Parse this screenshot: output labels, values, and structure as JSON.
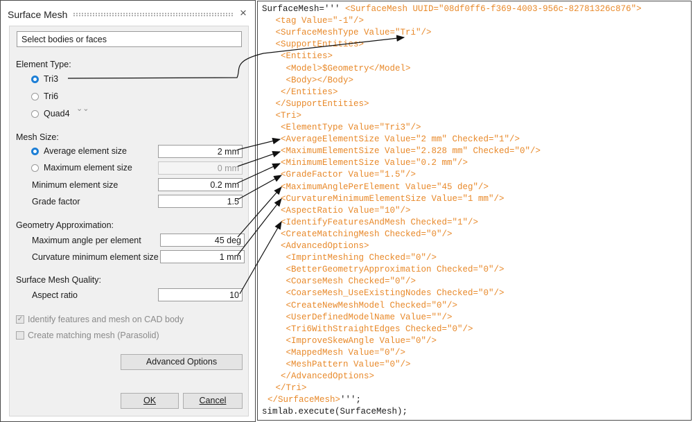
{
  "dialog": {
    "title": "Surface Mesh",
    "select_placeholder": "Select bodies or faces",
    "element_type": {
      "header": "Element Type:",
      "options": [
        "Tri3",
        "Tri6",
        "Quad4"
      ],
      "selected": "Tri3",
      "expand_glyph": "⌄⌄"
    },
    "mesh_size": {
      "header": "Mesh Size:",
      "average_label": "Average element size",
      "average_value": "2 mm",
      "maximum_label": "Maximum element size",
      "maximum_value": "0 mm",
      "minimum_label": "Minimum element size",
      "minimum_value": "0.2 mm",
      "grade_label": "Grade factor",
      "grade_value": "1.5"
    },
    "geometry": {
      "header": "Geometry Approximation:",
      "max_angle_label": "Maximum angle per element",
      "max_angle_value": "45 deg",
      "curv_min_label": "Curvature minimum element size",
      "curv_min_value": "1 mm"
    },
    "quality": {
      "header": "Surface Mesh Quality:",
      "aspect_label": "Aspect ratio",
      "aspect_value": "10"
    },
    "identify_label": "Identify features and mesh on CAD body",
    "matching_label": "Create matching mesh (Parasolid)",
    "advanced_button": "Advanced Options",
    "ok_button": "OK",
    "cancel_button": "Cancel"
  },
  "code_lines": [
    "SurfaceMesh=''' <SurfaceMesh UUID=\"08df0ff6-f369-4003-956c-82781326c876\">",
    " <tag Value=\"-1\"/>",
    " <SurfaceMeshType Value=\"Tri\"/>",
    " <SupportEntities>",
    "  <Entities>",
    "   <Model>$Geometry</Model>",
    "   <Body></Body>",
    "  </Entities>",
    " </SupportEntities>",
    " <Tri>",
    "  <ElementType Value=\"Tri3\"/>",
    "  <AverageElementSize Value=\"2 mm\" Checked=\"1\"/>",
    "  <MaximumElementSize Value=\"2.828 mm\" Checked=\"0\"/>",
    "  <MinimumElementSize Value=\"0.2 mm\"/>",
    "  <GradeFactor Value=\"1.5\"/>",
    "  <MaximumAnglePerElement Value=\"45 deg\"/>",
    "  <CurvatureMinimumElementSize Value=\"1 mm\"/>",
    "  <AspectRatio Value=\"10\"/>",
    "  <IdentifyFeaturesAndMesh Checked=\"1\"/>",
    "  <CreateMatchingMesh Checked=\"0\"/>",
    "  <AdvancedOptions>",
    "   <ImprintMeshing Checked=\"0\"/>",
    "   <BetterGeometryApproximation Checked=\"0\"/>",
    "   <CoarseMesh Checked=\"0\"/>",
    "   <CoarseMesh_UseExistingNodes Checked=\"0\"/>",
    "   <CreateNewMeshModel Checked=\"0\"/>",
    "   <UserDefinedModelName Value=\"\"/>",
    "   <Tri6WithStraightEdges Checked=\"0\"/>",
    "   <ImproveSkewAngle Value=\"0\"/>",
    "   <MappedMesh Value=\"0\"/>",
    "   <MeshPattern Value=\"0\"/>",
    "  </AdvancedOptions>",
    " </Tri>",
    "</SurfaceMesh>''';",
    "simlab.execute(SurfaceMesh);"
  ]
}
